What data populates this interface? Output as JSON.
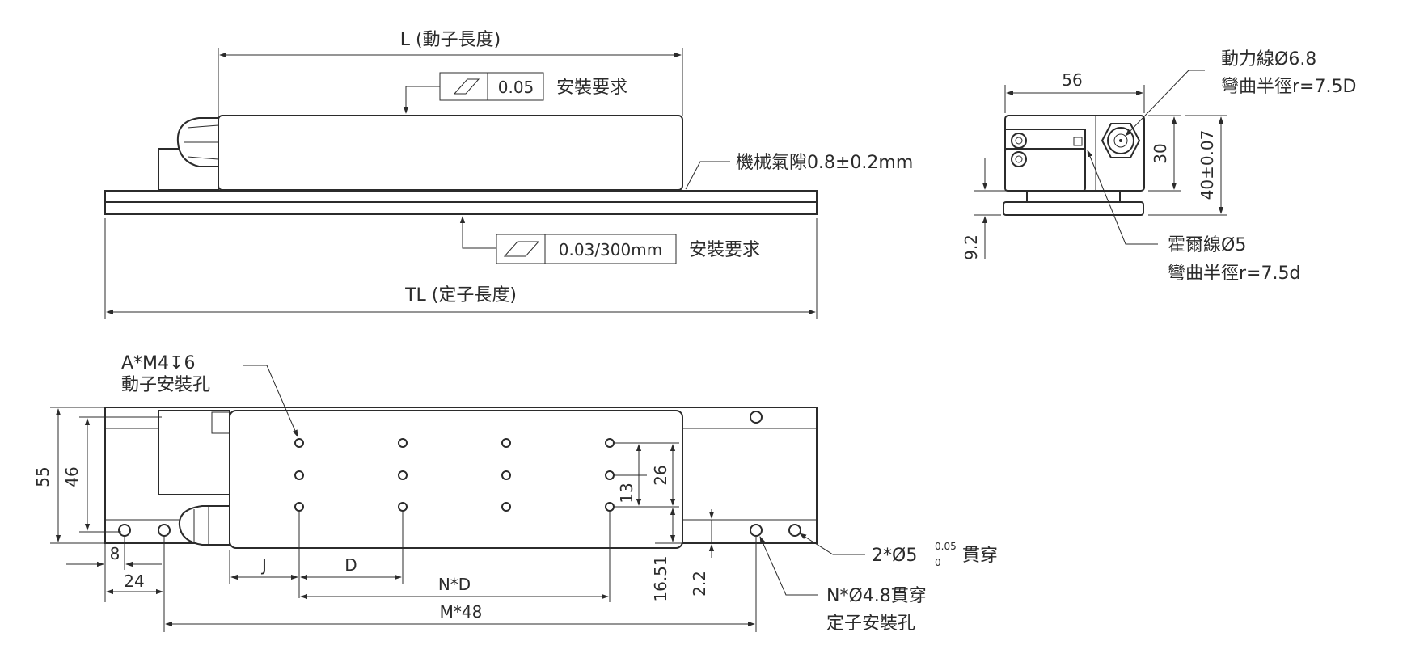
{
  "drawing": {
    "side_view": {
      "mover_length": "L (動子長度)",
      "stator_length": "TL (定子長度)",
      "flatness_top_value": "0.05",
      "flatness_top_note": "安裝要求",
      "flatness_bottom_value": "0.03/300mm",
      "flatness_bottom_note": "安裝要求",
      "air_gap": "機械氣隙0.8±0.2mm"
    },
    "end_view": {
      "width": "56",
      "height_30": "30",
      "height_total": "40±0.07",
      "base_thickness": "9.2",
      "power_cable_line1": "動力線Ø6.8",
      "power_cable_line2": "彎曲半徑r=7.5D",
      "hall_cable_line1": "霍爾線Ø5",
      "hall_cable_line2": "彎曲半徑r=7.5d"
    },
    "top_view": {
      "mount_hole_line1": "A*M4↧6",
      "mount_hole_line2": "動子安裝孔",
      "width_55": "55",
      "width_46": "46",
      "dim_8": "8",
      "dim_24": "24",
      "dim_J": "J",
      "dim_D": "D",
      "dim_ND": "N*D",
      "dim_M48": "M*48",
      "dim_26": "26",
      "dim_13": "13",
      "dim_16_51": "16.51",
      "dim_2_2": "2.2",
      "through_hole_prefix": "2*Ø5",
      "tol_upper": "0.05",
      "tol_lower": "0",
      "through_hole_suffix": "貫穿",
      "stator_hole_line1": "N*Ø4.8貫穿",
      "stator_hole_line2": "定子安裝孔"
    }
  }
}
